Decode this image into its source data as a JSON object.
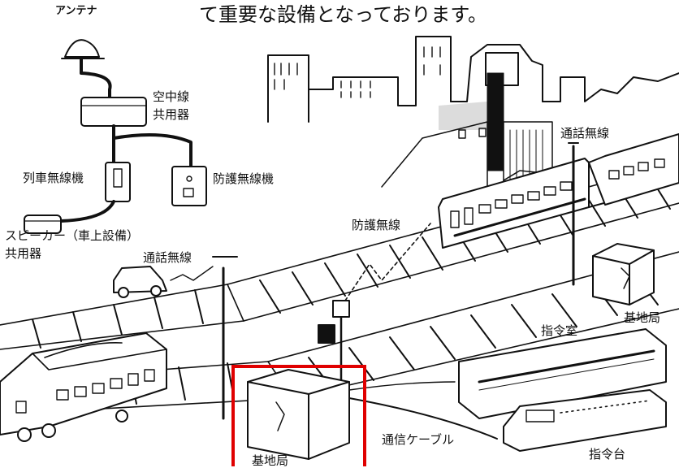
{
  "caption": "て重要な設備となっております。",
  "labels": {
    "antenna": "アンテナ",
    "aerial_coupler": "空中線\n共用器",
    "train_radio": "列車無線機",
    "protection_radio_device": "防護無線機",
    "speaker": "スピーカー（車上設備）\n共用器",
    "talk_radio_left": "通話無線",
    "talk_radio_right": "通話無線",
    "protection_radio": "防護無線",
    "base_station_right": "基地局",
    "command_room": "指令室",
    "comm_cable": "通信ケーブル",
    "command_desk": "指令台",
    "base_station_bottom": "基地局"
  },
  "highlight": {
    "color": "#e00000",
    "target": "base_station_bottom"
  }
}
